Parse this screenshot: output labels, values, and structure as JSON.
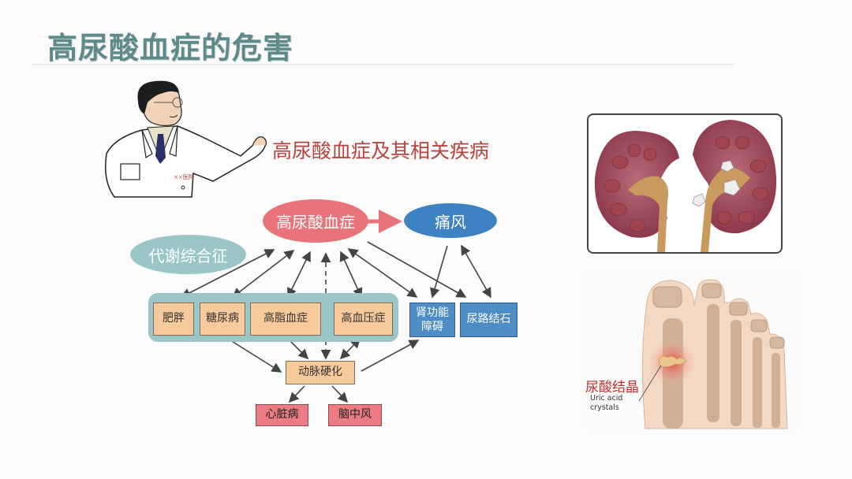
{
  "slide": {
    "title": "高尿酸血症的危害",
    "subtitle": "高尿酸血症及其相关疾病",
    "doctor_badge": "××医院"
  },
  "diagram": {
    "center": "高尿酸血症",
    "gout": "痛风",
    "metabolic_syndrome": "代谢综合征",
    "metabolic_items": [
      "肥胖",
      "糖尿病",
      "高脂血症",
      "高血压症"
    ],
    "kidney_items": [
      "肾功能障碍",
      "尿路结石"
    ],
    "kidney_item_lines": [
      [
        "肾功能",
        "障碍"
      ]
    ],
    "atherosclerosis": "动脉硬化",
    "outcomes": [
      "心脏病",
      "脑中风"
    ]
  },
  "foot_image": {
    "label_cn": "尿酸结晶",
    "label_en_line1": "Uric acid",
    "label_en_line2": "crystals"
  },
  "colors": {
    "title": "#5f8a8b",
    "subtitle": "#b8433c",
    "center_ellipse": "#e9737a",
    "gout_ellipse": "#3d82c3",
    "metabolic_ellipse": "#9bc6c7",
    "tan_box": "#f7c99b",
    "blue_box": "#4e8cc6",
    "red_box": "#ec7b84"
  }
}
